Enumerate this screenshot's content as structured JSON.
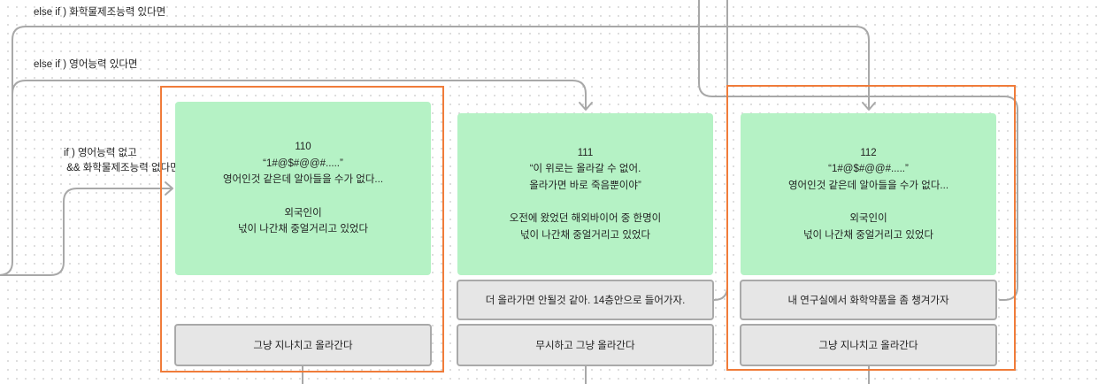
{
  "labels": {
    "else_chem": "else if ) 화학물제조능력 있다면",
    "else_eng": "else if ) 영어능력 있다면",
    "if_line1": "if ) 영어능력 없고",
    "if_line2": " && 화학물제조능력 없다면"
  },
  "cards": [
    {
      "id": "110",
      "lines": [
        "110",
        "“1#@$#@@#.....”",
        "영어인것 같은데 알아들을 수가 없다...",
        "",
        "외국인이",
        "넋이 나간채 중얼거리고 있었다"
      ]
    },
    {
      "id": "111",
      "lines": [
        "111",
        "“이 위로는 올라갈 수 없어.",
        "올라가면 바로 죽음뿐이야”",
        "",
        "오전에 왔었던 해외바이어 중 한명이",
        "넋이 나간채 중얼거리고 있었다"
      ]
    },
    {
      "id": "112",
      "lines": [
        "112",
        "“1#@$#@@#.....”",
        "영어인것 같은데 알아들을 수가 없다...",
        "",
        "외국인이",
        "넋이 나간채 중얼거리고 있었다"
      ]
    }
  ],
  "buttons": {
    "b110_pass": "그냥 지나치고 올라간다",
    "b111_go14": "더 올라가면 안될것 같아. 14층안으로 들어가자.",
    "b111_ignore": "무시하고 그냥 올라간다",
    "b112_chem": "내 연구실에서 화학약품을 좀 챙겨가자",
    "b112_pass": "그냥 지나치고 올라간다"
  },
  "colors": {
    "card_fill": "#b5f2c5",
    "button_fill": "#e6e6e6",
    "button_border": "#a9a9a9",
    "frame_border": "#f07c3a",
    "connector": "#a8a8a8"
  }
}
